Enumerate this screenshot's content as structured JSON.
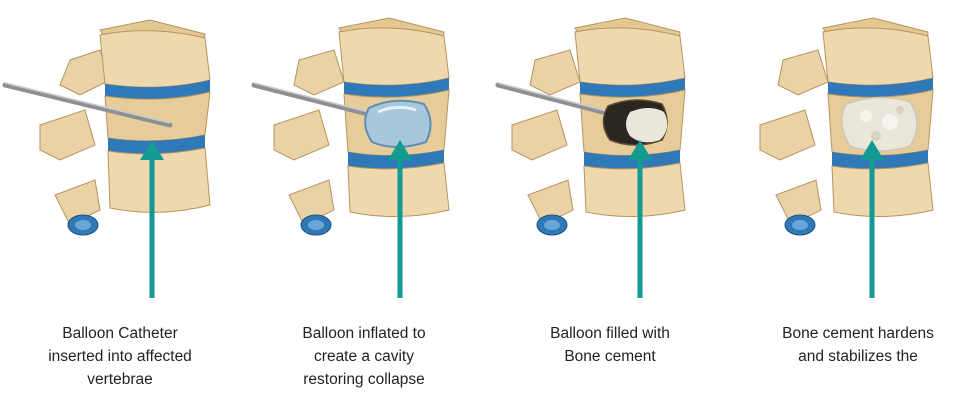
{
  "steps": [
    {
      "caption": [
        "Balloon Catheter",
        "inserted into affected",
        "vertebrae"
      ],
      "stage": "catheter-inserted"
    },
    {
      "caption": [
        "Balloon inflated to",
        "create a cavity",
        "restoring collapse"
      ],
      "stage": "balloon-inflated"
    },
    {
      "caption": [
        "Balloon filled with",
        "Bone cement"
      ],
      "stage": "cement-filling"
    },
    {
      "caption": [
        "Bone cement hardens",
        "and stabilizes the"
      ],
      "stage": "cement-hardened"
    }
  ],
  "colors": {
    "bone": "#e9d3a6",
    "bone_shadow": "#c9a874",
    "disc": "#2f79b8",
    "arrow": "#139a93",
    "balloon": "#a9c7dc",
    "cement": "#ebe6dc",
    "needle": "#8d8f93"
  }
}
